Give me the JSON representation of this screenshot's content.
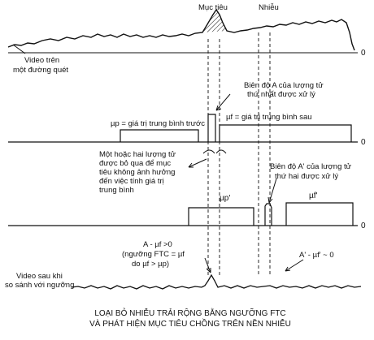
{
  "labels": {
    "muc_tieu": "Mục tiêu",
    "nhieu": "Nhiễu",
    "video_tren_1": "Video trên",
    "video_tren_2": "một đường quét",
    "zero": "0",
    "bien_do_a_1": "Biên độ A của lượng tử",
    "bien_do_a_2": "thứ nhất được xử lý",
    "mu_p": "µp = giá trị trung bình trước",
    "mu_f": "µf = giá trị trung bình sau",
    "mot_hoac_1": "Một hoặc hai lượng tử",
    "mot_hoac_2": "được bỏ qua để mục",
    "mot_hoac_3": "tiêu không ảnh hưởng",
    "mot_hoac_4": "đến việc tính giá trị",
    "mot_hoac_5": "trung bình",
    "bien_do_a2_1": "Biên độ A' của lượng tử",
    "bien_do_a2_2": "thứ hai được xử lý",
    "mu_p_prime": "µp'",
    "mu_f_prime": "µf'",
    "a_mu_1": "A - µf >0",
    "a_mu_2": "(ngưỡng FTC = µf",
    "a_mu_3": "do µf > µp)",
    "a_prime": "A' - µf' ~ 0",
    "video_sau_1": "Video sau khi",
    "video_sau_2": "so sánh với ngưỡng",
    "caption_1": "LOẠI BỎ NHIỄU TRẢI RỘNG BẰNG NGƯỠNG FTC",
    "caption_2": "VÀ PHÁT HIỆN MỤC TIÊU CHỒNG TRÊN NỀN NHIỄU"
  }
}
